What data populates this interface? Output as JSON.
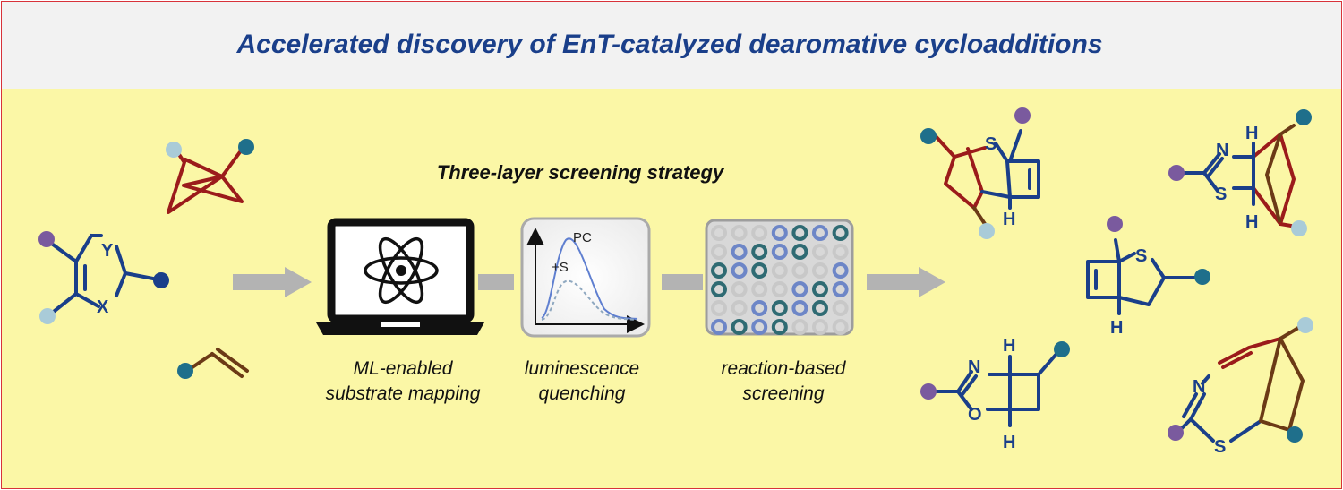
{
  "title": "Accelerated discovery of EnT-catalyzed dearomative cycloadditions",
  "strategy_title": "Three-layer screening strategy",
  "steps": [
    {
      "line1": "ML-enabled",
      "line2": "substrate mapping"
    },
    {
      "line1": "luminescence",
      "line2": "quenching"
    },
    {
      "line1": "reaction-based",
      "line2": "screening"
    }
  ],
  "plot_labels": {
    "pc": "PC",
    "s": "+S"
  },
  "atoms": {
    "y": "Y",
    "x": "X",
    "s": "S",
    "n": "N",
    "o": "O",
    "h": "H"
  },
  "colors": {
    "navy": "#1a3f8a",
    "darkred": "#9b1b1b",
    "brown": "#6b3a16",
    "purple": "#7a5a9e",
    "teal": "#1f6f8b",
    "lightblue": "#a9cbd8",
    "background": "#fbf7a6",
    "header": "#f2f2f2",
    "arrow": "#b3b3b3"
  }
}
